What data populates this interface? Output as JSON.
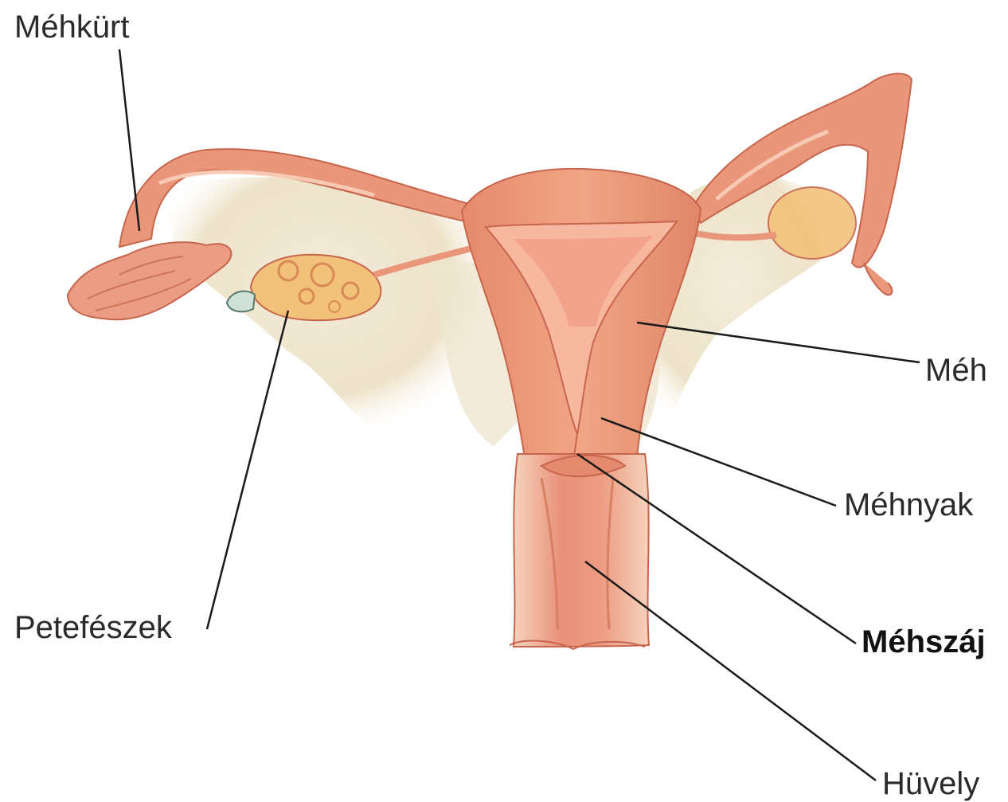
{
  "labels": {
    "fallopian_tube": "Méhkürt",
    "uterus": "Méh",
    "cervix": "Méhnyak",
    "ovary": "Petefészek",
    "cervical_os": "Méhszáj",
    "vagina": "Hüvely"
  },
  "colors": {
    "tissue": "#e9967a",
    "tissue_dark": "#c8654d",
    "tissue_light": "#f4b9a0",
    "ligament": "#efe6d2",
    "ovary": "#f2c27a",
    "leader_line": "#1a1a1a"
  }
}
